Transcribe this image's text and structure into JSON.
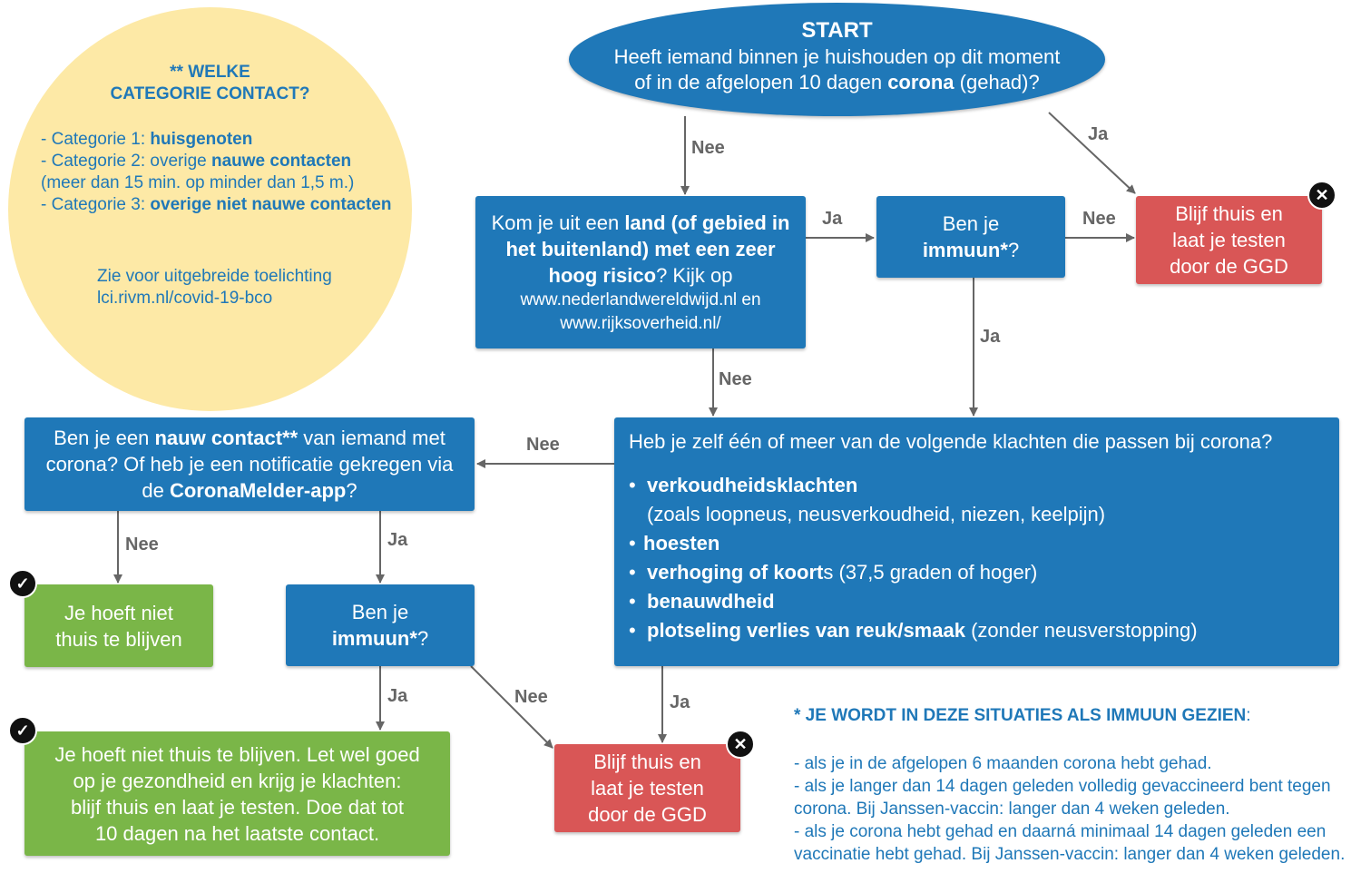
{
  "start": {
    "title": "START",
    "line1": "Heeft iemand binnen je huishouden op dit moment",
    "line2_pre": "of in de afgelopen 10 dagen ",
    "line2_bold": "corona",
    "line2_post": " (gehad)?"
  },
  "info": {
    "heading_line1": "** WELKE",
    "heading_line2": "CATEGORIE CONTACT?",
    "cat1_pre": "- Categorie 1: ",
    "cat1_bold": "huisgenoten",
    "cat2_pre": "- Categorie 2: overige ",
    "cat2_bold": "nauwe contacten",
    "cat2_sub": "(meer dan 15 min. op minder dan 1,5 m.)",
    "cat3_pre": "- Categorie 3: ",
    "cat3_bold": "overige niet nauwe contacten",
    "note_line1": "Zie voor uitgebreide toelichting",
    "note_line2": "lci.rivm.nl/covid-19-bco"
  },
  "country_box": {
    "pre": "Kom je uit een ",
    "bold": "land (of gebied in het buitenland) met een zeer hoog risico",
    "post": "? Kijk op",
    "url1": "www.nederlandwereldwijd.nl en",
    "url2": "www.rijksoverheid.nl/"
  },
  "immune_top": {
    "line1": "Ben je",
    "bold": "immuun*",
    "post": "?"
  },
  "stay_home_top": {
    "line1": "Blijf thuis en",
    "line2": "laat je testen",
    "line3": "door de GGD"
  },
  "symptoms": {
    "question": "Heb je zelf één of meer van de volgende klachten die passen bij corona?",
    "bullet": "•",
    "s1_bold": "verkoudheidsklachten",
    "s1_sub": "(zoals loopneus, neusverkoudheid, niezen, keelpijn)",
    "s2_bold": "hoesten",
    "s3_bold": "verhoging of koort",
    "s3_post": "s (37,5 graden of hoger)",
    "s4_bold": "benauwdheid",
    "s5_bold": "plotseling verlies van reuk/smaak",
    "s5_post": " (zonder neusverstopping)"
  },
  "contact_box": {
    "pre": "Ben je een ",
    "bold1": "nauw contact**",
    "mid": " van iemand met corona? Of heb je een notificatie gekregen via de ",
    "bold2": "CoronaMelder-app",
    "post": "?"
  },
  "no_stay_home": {
    "line1": "Je hoeft niet",
    "line2": "thuis te blijven"
  },
  "immune_bottom": {
    "line1": "Ben je",
    "bold": "immuun*",
    "post": "?"
  },
  "watch_health": {
    "line1": "Je hoeft niet thuis te blijven. Let wel goed",
    "line2": "op je gezondheid en krijg je klachten:",
    "line3": "blijf thuis en laat je testen. Doe dat tot",
    "line4": "10 dagen na het laatste contact."
  },
  "stay_home_bottom": {
    "line1": "Blijf thuis en",
    "line2": "laat je testen",
    "line3": "door de GGD"
  },
  "labels": {
    "yes": "Ja",
    "no": "Nee"
  },
  "icons": {
    "check": "✓",
    "cross": "✕"
  },
  "immune_note": {
    "heading": "* JE WORDT IN DEZE SITUATIES ALS IMMUUN GEZIEN",
    "colon": ":",
    "item1": "- als je in de afgelopen 6 maanden corona hebt gehad.",
    "item2": "- als je langer dan 14 dagen geleden volledig gevaccineerd bent tegen corona. Bij Janssen-vaccin: langer dan 4 weken geleden.",
    "item3": "- als je corona hebt gehad en daarná minimaal 14 dagen geleden een vaccinatie hebt gehad. Bij Janssen-vaccin: langer dan 4 weken geleden."
  },
  "colors": {
    "blue": "#1f78b8",
    "red": "#d95656",
    "green": "#7ab648",
    "yellow": "#fde9a6",
    "arrow": "#666666"
  }
}
